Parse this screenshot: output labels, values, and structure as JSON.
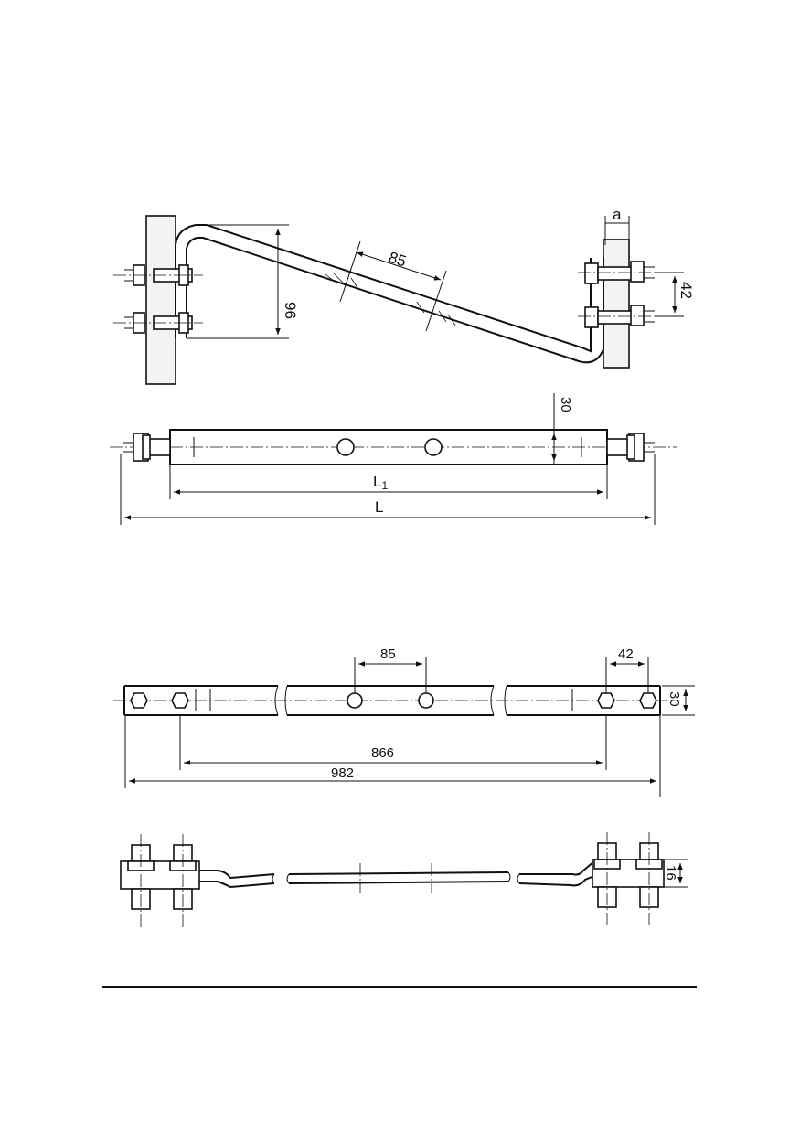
{
  "fig1": {
    "bend_height": "96",
    "hole_spacing": "85",
    "bolt_spacing": "42",
    "offset_label": "a"
  },
  "fig2": {
    "width": "30",
    "inner_length": "L",
    "inner_length_sub": "1",
    "total_length": "L"
  },
  "fig3": {
    "hole_spacing": "85",
    "bolt_spacing": "42",
    "width": "30",
    "inner_length": "866",
    "total_length": "982"
  },
  "fig4": {
    "thickness": "16"
  }
}
